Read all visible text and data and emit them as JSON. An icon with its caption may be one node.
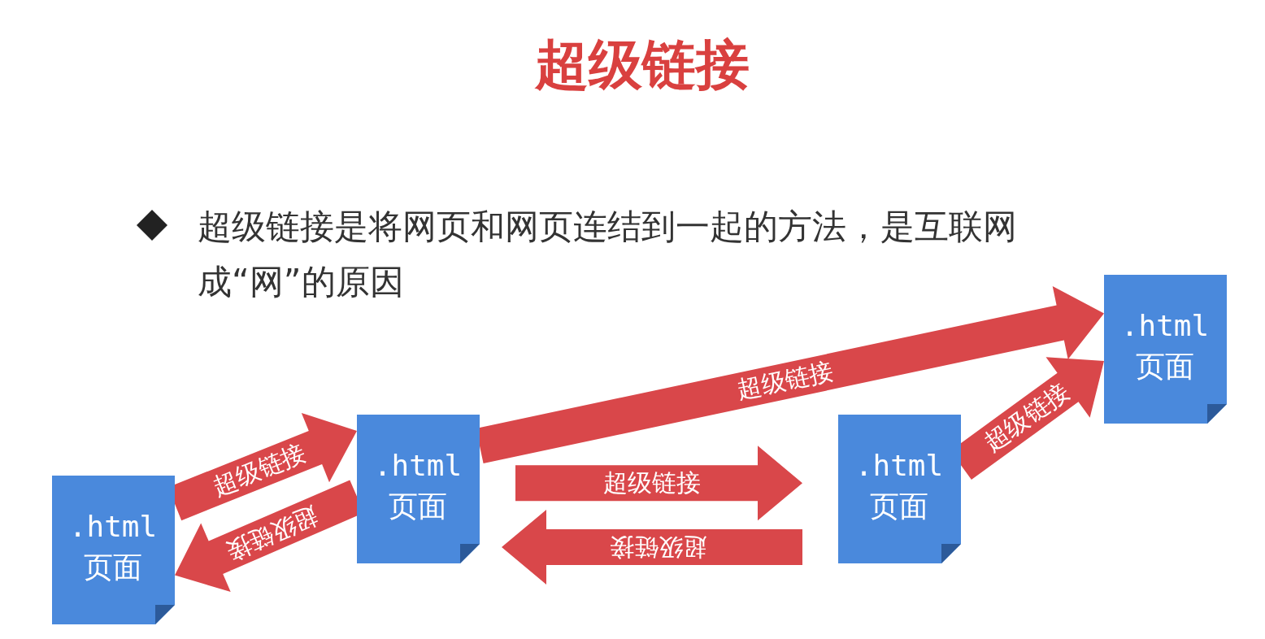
{
  "diagram": {
    "title": "超级链接",
    "nodes": [
      {
        "text": [
          ".html 页面"
        ]
      },
      {
        "text": [
          ".html 页面"
        ]
      },
      {
        "text": [
          ".html 页面"
        ]
      },
      {
        "text": [
          ".html 页面"
        ]
      }
    ],
    "edges": [
      {
        "from": 0,
        "to": 1,
        "arrow": "to",
        "label": "超级链接"
      },
      {
        "from": 1,
        "to": 0,
        "arrow": "to",
        "label": "超级链接"
      },
      {
        "from": 1,
        "to": 3,
        "arrow": "to",
        "label": "超级链接"
      },
      {
        "from": 1,
        "to": 2,
        "arrow": "to",
        "label": "超级链接"
      },
      {
        "from": 2,
        "to": 1,
        "arrow": "to",
        "label": "超级链接"
      },
      {
        "from": 2,
        "to": 3,
        "arrow": "to",
        "label": "超级链接"
      }
    ],
    "labels": [
      "超级链接是将网页和网页连结到一起的方法，是互联网成“网”的原因"
    ]
  }
}
